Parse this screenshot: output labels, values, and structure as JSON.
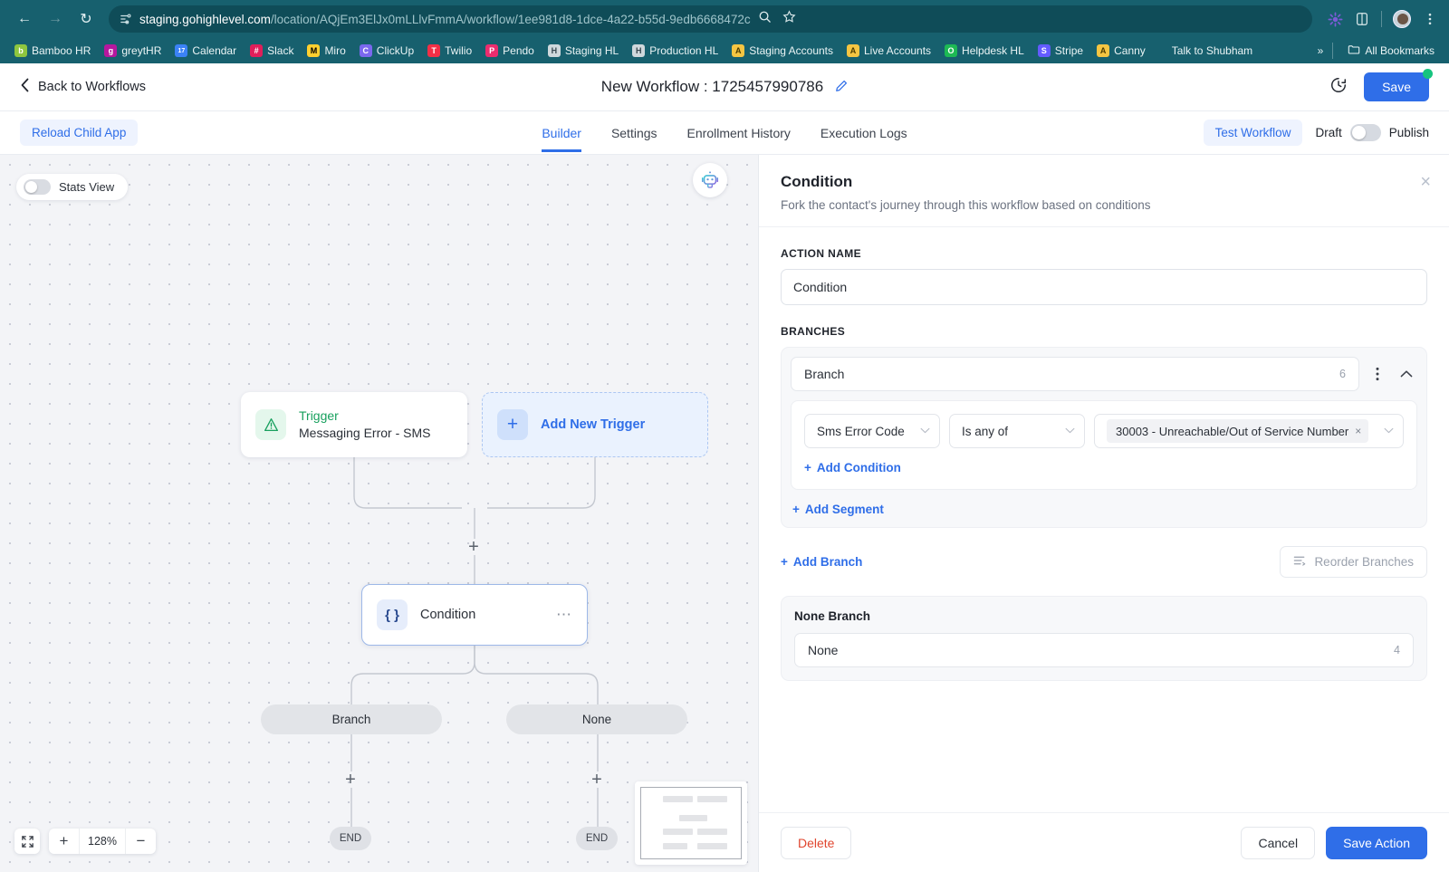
{
  "browser": {
    "url_prefix": "staging.gohighlevel.com",
    "url_rest": "/location/AQjEm3ElJx0mLLlvFmmA/workflow/1ee981d8-1dce-4a22-b55d-9edb6668472c",
    "back_icon": "back-arrow-icon",
    "forward_icon": "forward-arrow-icon",
    "reload_icon": "reload-icon",
    "site_icon": "site-settings-icon",
    "zoom_icon": "zoom-search-icon",
    "bookmark_icon": "star-icon",
    "extension_icon": "extension-puzzle-icon",
    "split_icon": "split-view-icon",
    "menu_icon": "kebab-menu-icon",
    "profile_icon": "profile-avatar",
    "bookmarks": [
      {
        "label": "Bamboo HR",
        "glyph": "b",
        "color": "#8ec63f"
      },
      {
        "label": "greytHR",
        "glyph": "g",
        "color": "#b5179e"
      },
      {
        "label": "Calendar",
        "glyph": "17",
        "color": "#3b82f6"
      },
      {
        "label": "Slack",
        "glyph": "#",
        "color": "#e01e5a"
      },
      {
        "label": "Miro",
        "glyph": "M",
        "color": "#ffd02f"
      },
      {
        "label": "ClickUp",
        "glyph": "C",
        "color": "#7b68ee"
      },
      {
        "label": "Twilio",
        "glyph": "T",
        "color": "#f22f46"
      },
      {
        "label": "Pendo",
        "glyph": "P",
        "color": "#ec2c6e"
      },
      {
        "label": "Staging HL",
        "glyph": "H",
        "color": "#cfd8dc"
      },
      {
        "label": "Production HL",
        "glyph": "H",
        "color": "#cfd8dc"
      },
      {
        "label": "Staging Accounts",
        "glyph": "A",
        "color": "#f5c542"
      },
      {
        "label": "Live Accounts",
        "glyph": "A",
        "color": "#f5c542"
      },
      {
        "label": "Helpdesk HL",
        "glyph": "O",
        "color": "#1db954"
      },
      {
        "label": "Stripe",
        "glyph": "S",
        "color": "#635bff"
      },
      {
        "label": "Canny",
        "glyph": "A",
        "color": "#f5c542"
      },
      {
        "label": "Talk to Shubham",
        "glyph": "",
        "color": ""
      }
    ],
    "overflow_label": "»",
    "all_bookmarks_label": "All Bookmarks"
  },
  "header": {
    "back_label": "Back to Workflows",
    "workflow_title": "New Workflow : 1725457990786",
    "edit_icon": "pencil-icon",
    "history_icon": "clock-history-icon",
    "save_label": "Save"
  },
  "subnav": {
    "reload_child_app_label": "Reload Child App",
    "tabs": [
      {
        "label": "Builder",
        "active": true
      },
      {
        "label": "Settings",
        "active": false
      },
      {
        "label": "Enrollment History",
        "active": false
      },
      {
        "label": "Execution Logs",
        "active": false
      }
    ],
    "test_workflow_label": "Test Workflow",
    "draft_label": "Draft",
    "publish_label": "Publish",
    "publish_toggle_on": false
  },
  "canvas": {
    "stats_view_label": "Stats View",
    "stats_view_on": false,
    "bot_icon": "ai-assistant-robot-icon",
    "trigger": {
      "kind_label": "Trigger",
      "name": "Messaging Error - SMS",
      "icon": "warning-triangle-icon"
    },
    "add_trigger_label": "Add New Trigger",
    "condition_node": {
      "label": "Condition",
      "icon": "curly-braces-icon",
      "menu_icon": "ellipsis-icon"
    },
    "branch_pills": [
      "Branch",
      "None"
    ],
    "end_pills": [
      "END",
      "END"
    ],
    "zoom": {
      "fit_icon": "fit-to-screen-icon",
      "plus_label": "+",
      "value": "128%",
      "minus_label": "−"
    }
  },
  "panel": {
    "title": "Condition",
    "subtitle": "Fork the contact's journey through this workflow based on conditions",
    "close_icon": "close-icon",
    "action_name_label": "ACTION NAME",
    "action_name_value": "Condition",
    "action_name_placeholder": "Action name",
    "branches_label": "BRANCHES",
    "branch": {
      "name": "Branch",
      "count": "6",
      "menu_icon": "kebab-menu-icon",
      "collapse_icon": "chevron-up-icon",
      "condition": {
        "field": "Sms Error Code",
        "operator": "Is any of",
        "value_chip": "30003 - Unreachable/Out of Service Number",
        "chip_remove_icon": "close-x-icon"
      },
      "add_condition_label": "Add Condition",
      "add_segment_label": "Add Segment"
    },
    "add_branch_label": "Add Branch",
    "reorder_branches_label": "Reorder Branches",
    "reorder_icon": "reorder-lines-icon",
    "none_branch_title": "None Branch",
    "none_branch_name": "None",
    "none_branch_count": "4",
    "delete_label": "Delete",
    "cancel_label": "Cancel",
    "save_action_label": "Save Action"
  },
  "colors": {
    "browser_bg": "#17606e",
    "accent_blue": "#2f6ee8",
    "danger_red": "#e0452e",
    "trigger_green": "#18a05e",
    "canvas_bg": "#f3f4f7"
  }
}
